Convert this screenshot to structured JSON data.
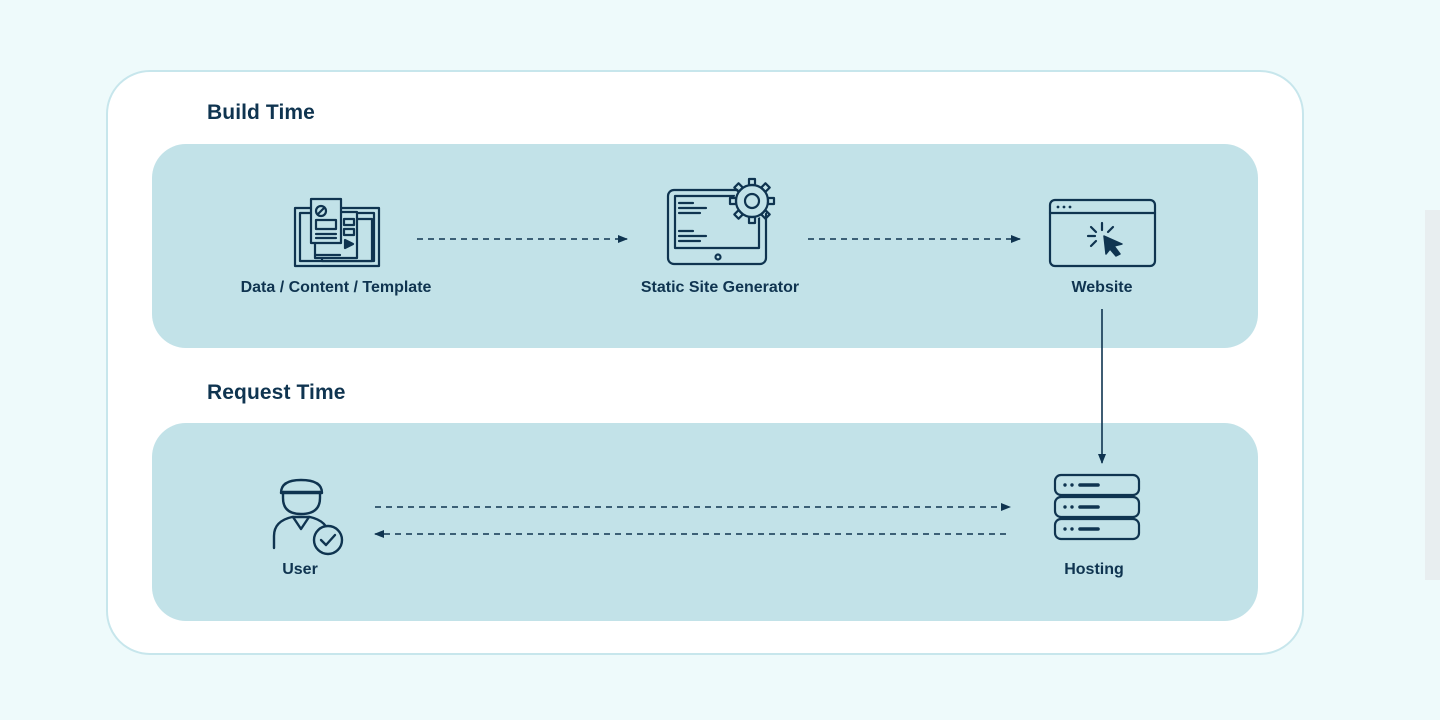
{
  "diagram": {
    "sections": {
      "build": {
        "title": "Build Time"
      },
      "request": {
        "title": "Request Time"
      }
    },
    "nodes": {
      "data_content_template": {
        "label": "Data / Content / Template",
        "icon": "documents-icon"
      },
      "static_site_generator": {
        "label": "Static Site Generator",
        "icon": "tablet-gear-icon"
      },
      "website": {
        "label": "Website",
        "icon": "browser-click-icon"
      },
      "user": {
        "label": "User",
        "icon": "user-check-icon"
      },
      "hosting": {
        "label": "Hosting",
        "icon": "server-stack-icon"
      }
    },
    "edges": [
      {
        "from": "data_content_template",
        "to": "static_site_generator",
        "style": "dashed"
      },
      {
        "from": "static_site_generator",
        "to": "website",
        "style": "dashed"
      },
      {
        "from": "website",
        "to": "hosting",
        "style": "solid"
      },
      {
        "from": "user",
        "to": "hosting",
        "style": "dashed"
      },
      {
        "from": "hosting",
        "to": "user",
        "style": "dashed"
      }
    ],
    "colors": {
      "ink": "#0f3450",
      "band": "#c2e2e8",
      "card": "#ffffff",
      "background": "#eefafb"
    }
  }
}
